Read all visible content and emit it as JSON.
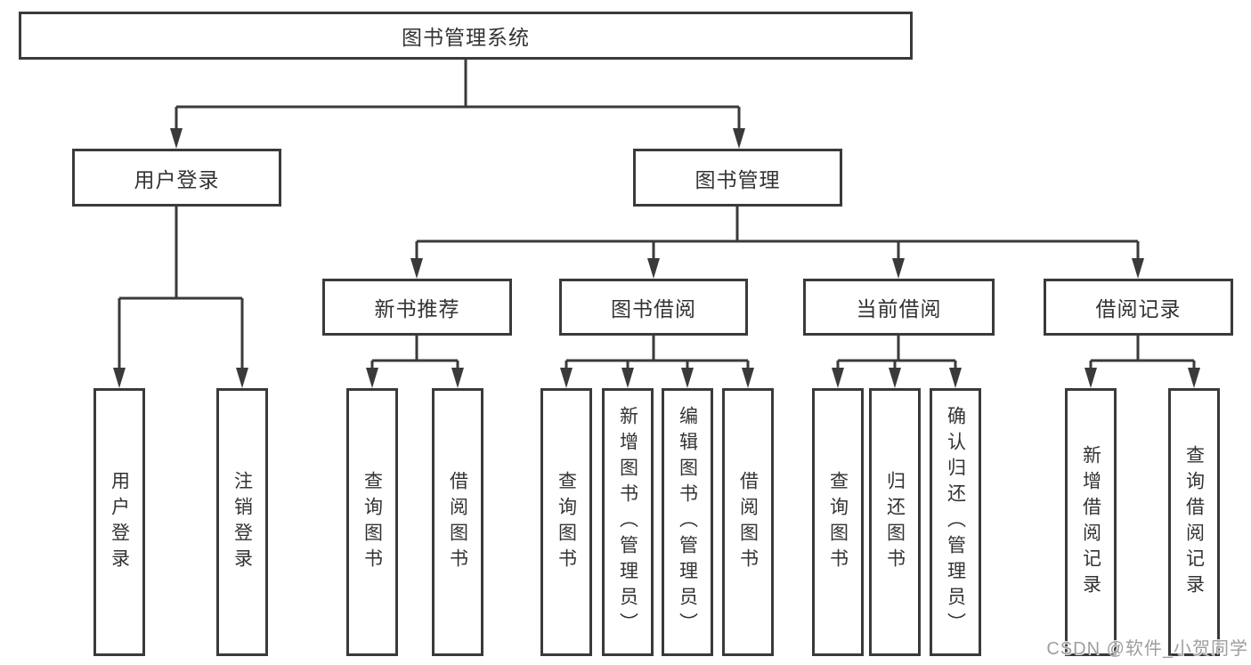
{
  "tree": {
    "root": {
      "label": "图书管理系统",
      "children": [
        {
          "label": "用户登录",
          "children": [
            {
              "label": "用户登录"
            },
            {
              "label": "注销登录"
            }
          ]
        },
        {
          "label": "图书管理",
          "children": [
            {
              "label": "新书推荐",
              "children": [
                {
                  "label": "查询图书"
                },
                {
                  "label": "借阅图书"
                }
              ]
            },
            {
              "label": "图书借阅",
              "children": [
                {
                  "label": "查询图书"
                },
                {
                  "label": "新增图书（管理员）"
                },
                {
                  "label": "编辑图书（管理员）"
                },
                {
                  "label": "借阅图书"
                }
              ]
            },
            {
              "label": "当前借阅",
              "children": [
                {
                  "label": "查询图书"
                },
                {
                  "label": "归还图书"
                },
                {
                  "label": "确认归还（管理员）"
                }
              ]
            },
            {
              "label": "借阅记录",
              "children": [
                {
                  "label": "新增借阅记录"
                },
                {
                  "label": "查询借阅记录"
                }
              ]
            }
          ]
        }
      ]
    }
  },
  "watermark": {
    "text": "CSDN @软件_小贺同学"
  },
  "colors": {
    "line": "#3a3a3a",
    "border": "#3a3a3a",
    "text": "#333333",
    "background": "#ffffff",
    "watermark": "#9e9e9e"
  }
}
